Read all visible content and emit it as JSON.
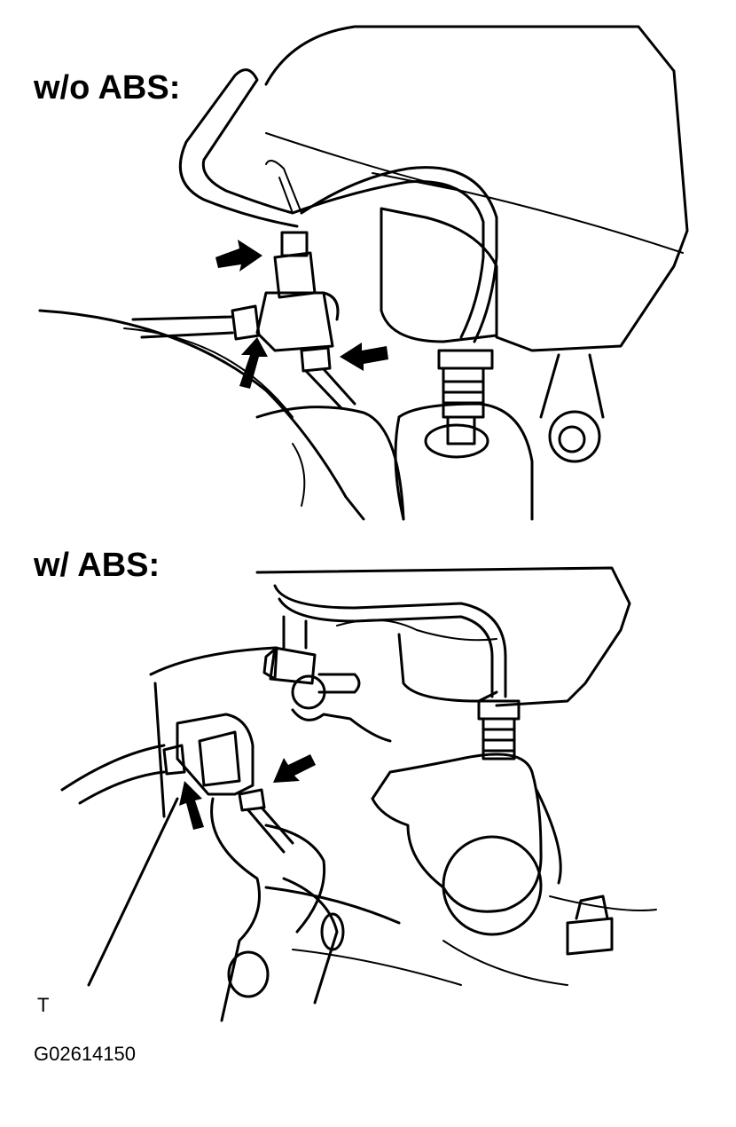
{
  "panels": {
    "top": {
      "label": "w/o ABS:"
    },
    "bottom": {
      "label": "w/ ABS:"
    }
  },
  "marks": {
    "t_mark": "T",
    "figure_code": "G02614150"
  },
  "icons": [
    "arrow-icon"
  ],
  "colors": {
    "ink": "#000000",
    "paper": "#ffffff"
  }
}
